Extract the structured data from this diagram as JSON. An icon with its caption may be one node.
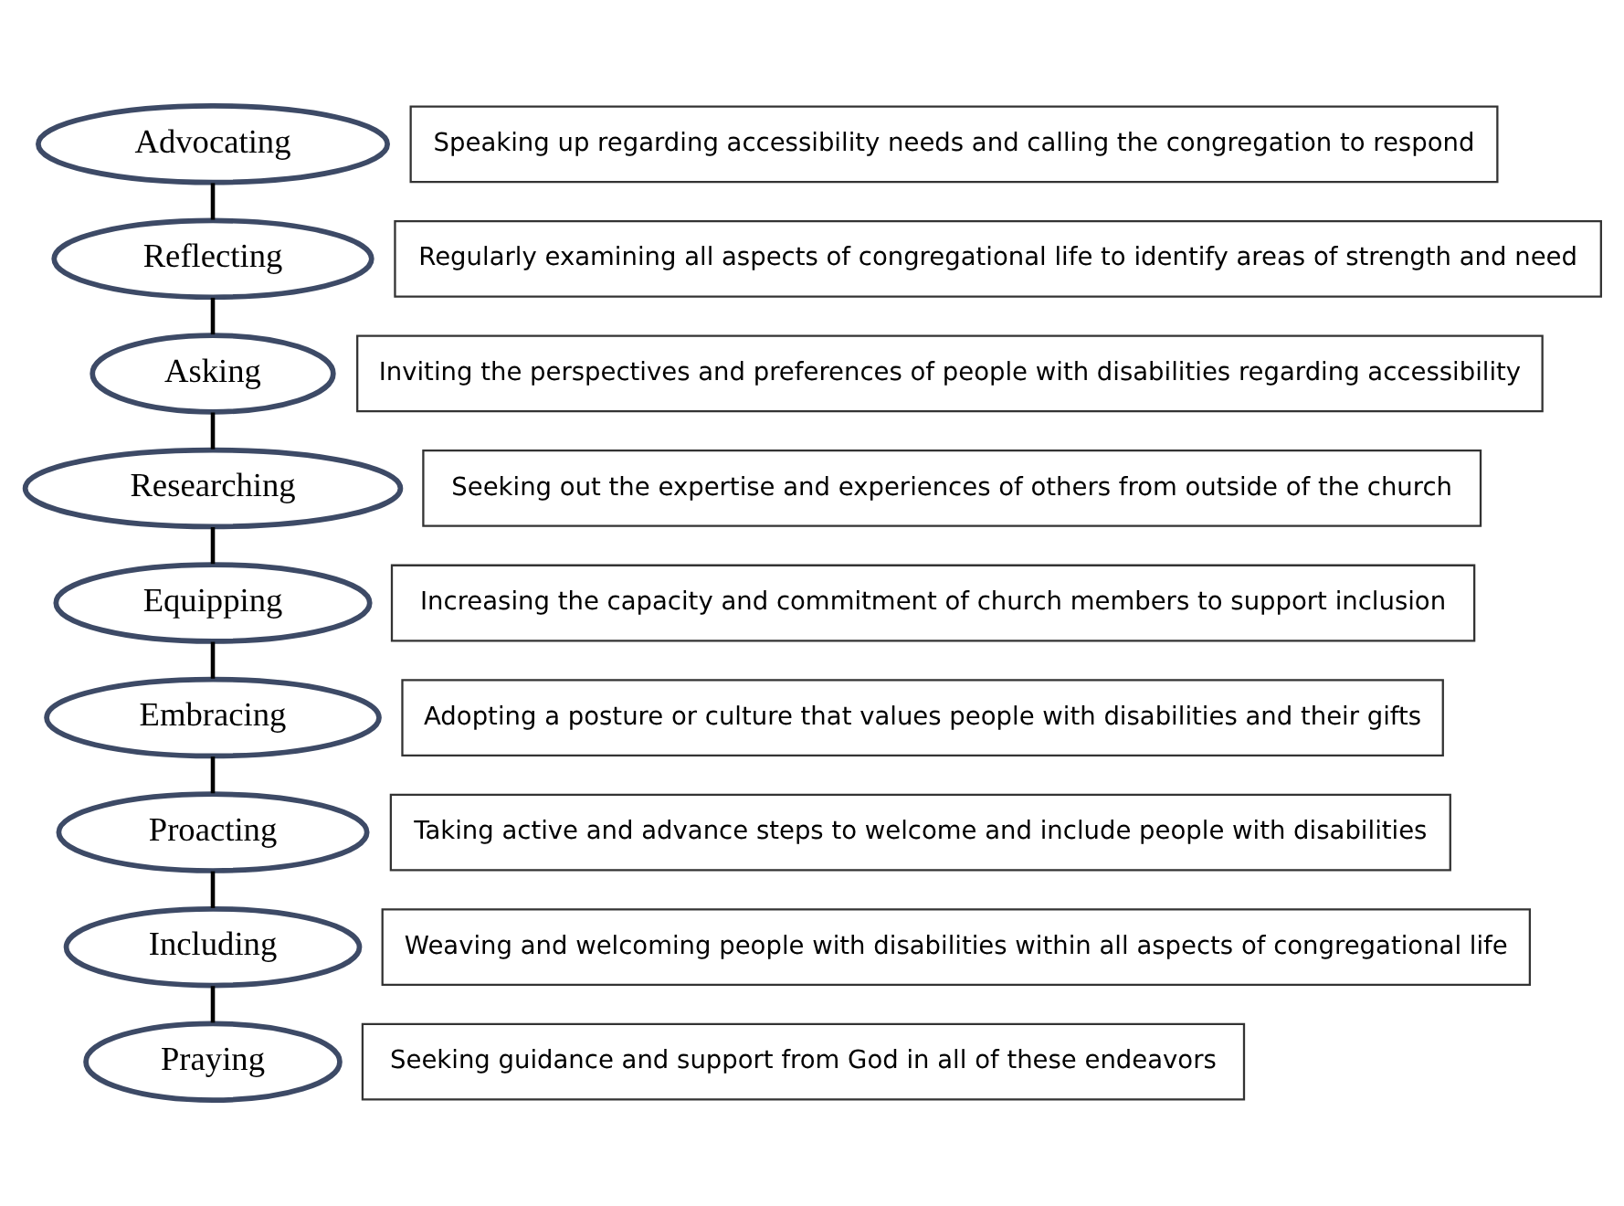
{
  "diagram": {
    "nodes": [
      {
        "text": [
          "Advocating"
        ]
      },
      {
        "text": [
          "Speaking up regarding accessibility needs and calling the congregation to respond"
        ]
      },
      {
        "text": [
          "Reflecting"
        ]
      },
      {
        "text": [
          "Regularly examining all aspects of congregational life to identify areas of strength and need"
        ]
      },
      {
        "text": [
          "Asking"
        ]
      },
      {
        "text": [
          "Inviting the perspectives and preferences of people with disabilities regarding accessibility"
        ]
      },
      {
        "text": [
          "Researching"
        ]
      },
      {
        "text": [
          "Seeking out the expertise and experiences of others from outside of the church"
        ]
      },
      {
        "text": [
          "Equipping"
        ]
      },
      {
        "text": [
          "Increasing the capacity and commitment of church members to support inclusion"
        ]
      },
      {
        "text": [
          "Embracing"
        ]
      },
      {
        "text": [
          "Adopting a posture or culture that values people with disabilities and their gifts"
        ]
      },
      {
        "text": [
          "Proacting"
        ]
      },
      {
        "text": [
          "Taking active and advance steps to welcome and include people with disabilities"
        ]
      },
      {
        "text": [
          "Including"
        ]
      },
      {
        "text": [
          "Weaving and welcoming people with disabilities within all aspects of congregational life"
        ]
      },
      {
        "text": [
          "Praying"
        ]
      },
      {
        "text": [
          "Seeking guidance and support from God in all of these endeavors"
        ]
      }
    ],
    "edges": [
      {
        "from": 0,
        "to": 2,
        "arrow": "none"
      },
      {
        "from": 2,
        "to": 4,
        "arrow": "none"
      },
      {
        "from": 4,
        "to": 6,
        "arrow": "none"
      },
      {
        "from": 6,
        "to": 8,
        "arrow": "none"
      },
      {
        "from": 8,
        "to": 10,
        "arrow": "none"
      },
      {
        "from": 10,
        "to": 12,
        "arrow": "none"
      },
      {
        "from": 12,
        "to": 14,
        "arrow": "none"
      },
      {
        "from": 14,
        "to": 16,
        "arrow": "none"
      }
    ]
  }
}
